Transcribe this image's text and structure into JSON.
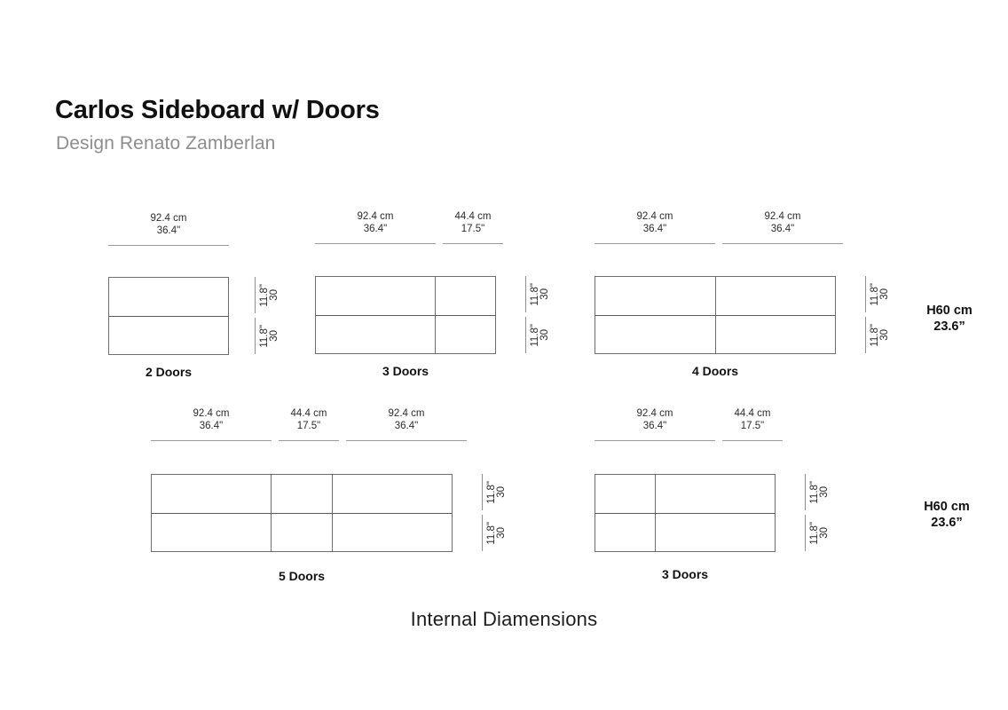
{
  "header": {
    "title": "Carlos Sideboard w/ Doors",
    "subtitle": "Design Renato Zamberlan"
  },
  "footer": {
    "caption": "Internal Diamensions"
  },
  "height_labels": [
    {
      "cm": "H60 cm",
      "inch": "23.6”"
    },
    {
      "cm": "H60 cm",
      "inch": "23.6”"
    }
  ],
  "vertical_dimension": {
    "cm": "30",
    "inch": "11.8\""
  },
  "diagrams": [
    {
      "name": "2-doors",
      "label": "2 Doors",
      "top_dimensions": [
        {
          "cm": "92.4 cm",
          "inch": "36.4\""
        }
      ],
      "columns": [
        1
      ],
      "rows": 2,
      "side_dimensions": [
        {
          "cm": "30",
          "inch": "11.8\""
        },
        {
          "cm": "30",
          "inch": "11.8\""
        }
      ]
    },
    {
      "name": "3-doors-top",
      "label": "3 Doors",
      "top_dimensions": [
        {
          "cm": "92.4 cm",
          "inch": "36.4\""
        },
        {
          "cm": "44.4 cm",
          "inch": "17.5\""
        }
      ],
      "columns": [
        2,
        1
      ],
      "rows": 2,
      "side_dimensions": [
        {
          "cm": "30",
          "inch": "11.8\""
        },
        {
          "cm": "30",
          "inch": "11.8\""
        }
      ]
    },
    {
      "name": "4-doors",
      "label": "4 Doors",
      "top_dimensions": [
        {
          "cm": "92.4 cm",
          "inch": "36.4\""
        },
        {
          "cm": "92.4 cm",
          "inch": "36.4\""
        }
      ],
      "columns": [
        1,
        1
      ],
      "rows": 2,
      "side_dimensions": [
        {
          "cm": "30",
          "inch": "11.8\""
        },
        {
          "cm": "30",
          "inch": "11.8\""
        }
      ]
    },
    {
      "name": "5-doors",
      "label": "5 Doors",
      "top_dimensions": [
        {
          "cm": "92.4 cm",
          "inch": "36.4\""
        },
        {
          "cm": "44.4 cm",
          "inch": "17.5\""
        },
        {
          "cm": "92.4 cm",
          "inch": "36.4\""
        }
      ],
      "columns": [
        2,
        1,
        2
      ],
      "rows": 2,
      "side_dimensions": [
        {
          "cm": "30",
          "inch": "11.8\""
        },
        {
          "cm": "30",
          "inch": "11.8\""
        }
      ]
    },
    {
      "name": "3-doors-bottom",
      "label": "3 Doors",
      "top_dimensions": [
        {
          "cm": "92.4 cm",
          "inch": "36.4\""
        },
        {
          "cm": "44.4 cm",
          "inch": "17.5\""
        }
      ],
      "columns": [
        1,
        2
      ],
      "rows": 2,
      "side_dimensions": [
        {
          "cm": "30",
          "inch": "11.8\""
        },
        {
          "cm": "30",
          "inch": "11.8\""
        }
      ]
    }
  ]
}
